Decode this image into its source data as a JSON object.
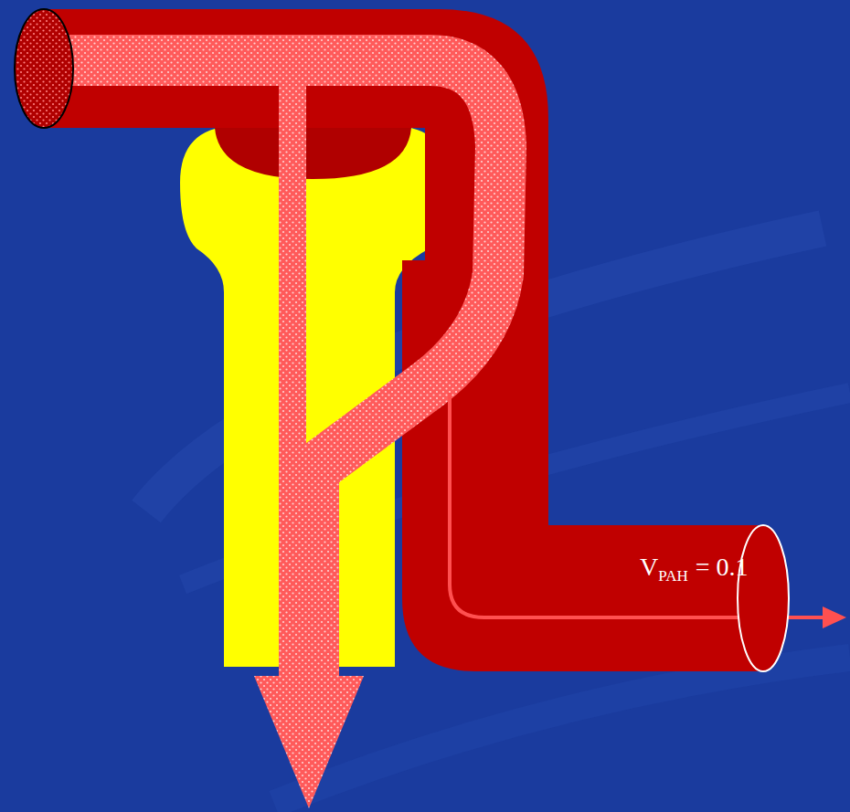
{
  "diagram": {
    "labels": [
      "V",
      "PAH",
      "= 0.1"
    ]
  }
}
